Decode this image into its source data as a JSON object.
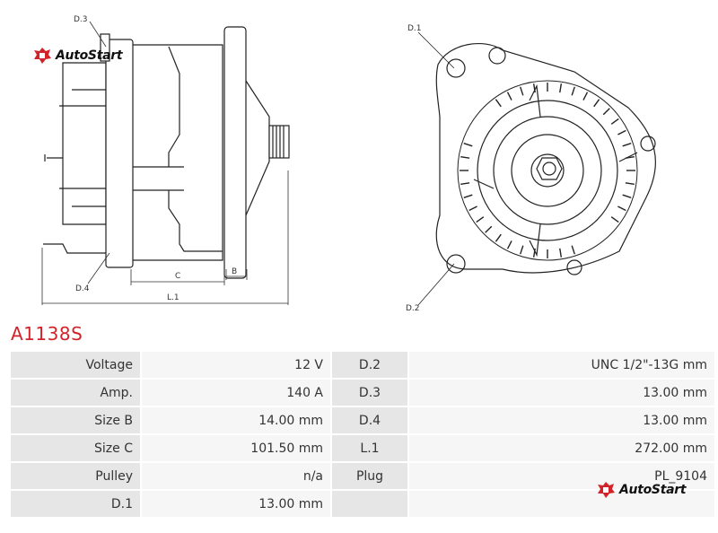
{
  "brand": {
    "name": "AutoStart",
    "accent": "#d2232a"
  },
  "part_number": "A1138S",
  "drawing_labels": {
    "d1": "D.1",
    "d2": "D.2",
    "d3": "D.3",
    "d4": "D.4",
    "b": "B",
    "c": "C",
    "l1": "L.1"
  },
  "specs": [
    {
      "label": "Voltage",
      "value": "12 V",
      "label2": "D.2",
      "value2": "UNC 1/2\"-13G mm"
    },
    {
      "label": "Amp.",
      "value": "140 A",
      "label2": "D.3",
      "value2": "13.00 mm"
    },
    {
      "label": "Size B",
      "value": "14.00 mm",
      "label2": "D.4",
      "value2": "13.00 mm"
    },
    {
      "label": "Size C",
      "value": "101.50 mm",
      "label2": "L.1",
      "value2": "272.00 mm"
    },
    {
      "label": "Pulley",
      "value": "n/a",
      "label2": "Plug",
      "value2": "PL_9104"
    },
    {
      "label": "D.1",
      "value": "13.00 mm",
      "label2": "",
      "value2": ""
    }
  ]
}
